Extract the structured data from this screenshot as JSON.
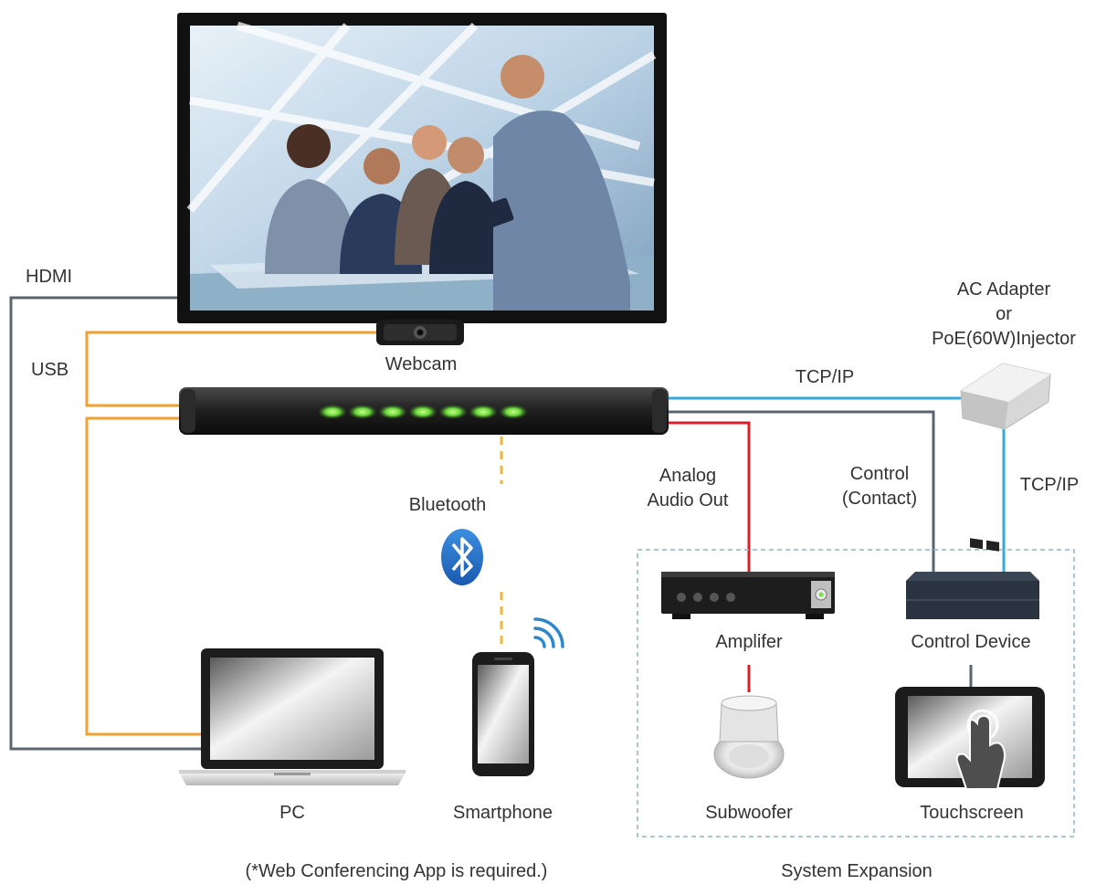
{
  "labels": {
    "hdmi": "HDMI",
    "usb": "USB",
    "webcam": "Webcam",
    "tcpip_top": "TCP/IP",
    "tcpip_right": "TCP/IP",
    "ac_adapter_line1": "AC Adapter",
    "ac_adapter_line2": "or",
    "ac_adapter_line3": "PoE(60W)Injector",
    "bluetooth": "Bluetooth",
    "analog_line1": "Analog",
    "analog_line2": "Audio Out",
    "control_line1": "Control",
    "control_line2": "(Contact)",
    "amplifier": "Amplifer",
    "control_device": "Control Device",
    "subwoofer": "Subwoofer",
    "touchscreen": "Touchscreen",
    "pc": "PC",
    "smartphone": "Smartphone",
    "footnote": "(*Web Conferencing App is required.)",
    "system_expansion": "System Expansion"
  },
  "icons": {
    "bluetooth": "bluetooth-icon",
    "wireless": "wifi-signal-icon",
    "touch": "hand-touch-icon"
  },
  "colors": {
    "hdmi_line": "#5b6570",
    "usb_line": "#f0a030",
    "tcpip_line": "#35a9dd",
    "audio_line": "#d92027",
    "control_line": "#5b6570",
    "bluetooth_line": "#f0b43c",
    "bar_led": "#7de04a",
    "expansion_border": "#8fb3cc"
  }
}
